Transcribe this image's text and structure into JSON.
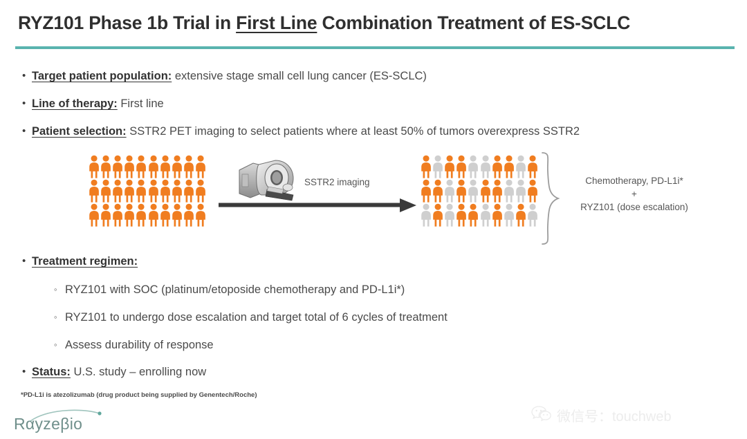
{
  "slide": {
    "title_parts": {
      "before": "RYZ101 Phase 1b Trial in ",
      "underlined": "First Line",
      "after": " Combination Treatment of ES-SCLC"
    },
    "accent_color": "#59b3ae",
    "orange_color": "#F07D20",
    "gray_color": "#CFCFCF"
  },
  "bullets": [
    {
      "label": "Target patient population:",
      "text": " extensive stage small cell lung cancer (ES-SCLC)"
    },
    {
      "label": "Line of therapy:",
      "text": " First line"
    },
    {
      "label": "Patient selection:",
      "text": " SSTR2 PET imaging to select patients where at least 50% of tumors overexpress SSTR2"
    }
  ],
  "treatment": {
    "label": "Treatment regimen:",
    "sub_bullets": [
      "RYZ101 with SOC (platinum/etoposide chemotherapy and PD-L1i*)",
      "RYZ101 to undergo dose escalation and target total of 6 cycles of treatment",
      "Assess durability of response"
    ]
  },
  "status": {
    "label": "Status:",
    "text": " U.S. study – enrolling now"
  },
  "diagram": {
    "imaging_label": "SSTR2 imaging",
    "regimen_line1": "Chemotherapy, PD-L1i*",
    "regimen_line2": "+",
    "regimen_line3": "RYZ101 (dose escalation)",
    "scanner_icon": "ct-scanner-icon",
    "arrow_icon": "right-arrow-icon",
    "brace_icon": "curly-brace-icon",
    "left_group": {
      "rows": [
        [
          "orange",
          "orange",
          "orange",
          "orange",
          "orange",
          "orange",
          "orange",
          "orange",
          "orange",
          "orange"
        ],
        [
          "orange",
          "orange",
          "orange",
          "orange",
          "orange",
          "orange",
          "orange",
          "orange",
          "orange",
          "orange"
        ],
        [
          "orange",
          "orange",
          "orange",
          "orange",
          "orange",
          "orange",
          "orange",
          "orange",
          "orange",
          "orange"
        ]
      ]
    },
    "right_group": {
      "rows": [
        [
          "orange",
          "gray",
          "orange",
          "orange",
          "gray",
          "gray",
          "orange",
          "orange",
          "gray",
          "orange"
        ],
        [
          "orange",
          "orange",
          "gray",
          "orange",
          "gray",
          "orange",
          "orange",
          "gray",
          "gray",
          "orange"
        ],
        [
          "gray",
          "orange",
          "gray",
          "orange",
          "orange",
          "gray",
          "orange",
          "gray",
          "orange",
          "gray"
        ]
      ]
    }
  },
  "footnote": "*PD-L1i is atezolizumab (drug product being supplied by Genentech/Roche)",
  "logo": {
    "name": "Rαyzeβio",
    "icon": "rayzebio-arc-icon"
  },
  "watermark": {
    "text": "微信号：touchweb",
    "icon": "wechat-icon"
  }
}
